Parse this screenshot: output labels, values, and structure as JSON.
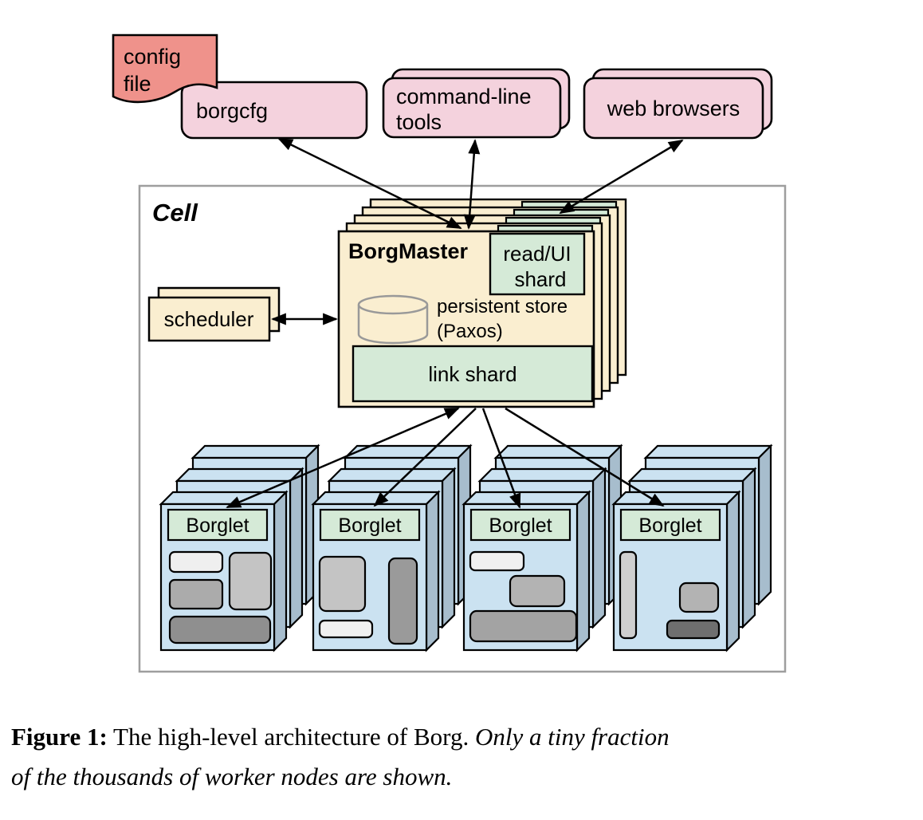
{
  "figure_caption": {
    "label": "Figure 1:",
    "text": " The high-level architecture of Borg. ",
    "note_line1": "Only a tiny fraction",
    "note_line2": "of the thousands of worker nodes are shown."
  },
  "nodes": {
    "config_file": {
      "line1": "config",
      "line2": "file"
    },
    "borgcfg": {
      "label": "borgcfg"
    },
    "command_line_tools": {
      "line1": "command-line",
      "line2": "tools"
    },
    "web_browsers": {
      "label": "web browsers"
    },
    "cell": {
      "label": "Cell"
    },
    "scheduler": {
      "label": "scheduler",
      "replica_count": 2
    },
    "borgmaster": {
      "label": "BorgMaster",
      "replica_count": 5
    },
    "read_ui_shard": {
      "line1": "read/UI",
      "line2": "shard"
    },
    "persistent_store": {
      "line1": "persistent store",
      "line2": "(Paxos)"
    },
    "link_shard": {
      "label": "link shard"
    },
    "borglets": {
      "label": "Borglet",
      "group_count": 4,
      "machines_per_group": 3
    }
  },
  "edges": [
    {
      "from": "borgcfg",
      "to": "borgmaster",
      "type": "bidirectional"
    },
    {
      "from": "command-line tools",
      "to": "borgmaster",
      "type": "bidirectional"
    },
    {
      "from": "web browsers",
      "to": "read/UI shard",
      "type": "bidirectional"
    },
    {
      "from": "scheduler",
      "to": "borgmaster",
      "type": "bidirectional"
    },
    {
      "from": "link shard",
      "to": "borglet group 1",
      "type": "bidirectional"
    },
    {
      "from": "link shard",
      "to": "borglet group 2",
      "type": "directed"
    },
    {
      "from": "link shard",
      "to": "borglet group 3",
      "type": "directed"
    },
    {
      "from": "link shard",
      "to": "borglet group 4",
      "type": "directed"
    }
  ],
  "colors": {
    "client_pink": "#F4D2DD",
    "config_salmon": "#EF928B",
    "master_cream": "#FAEED0",
    "shard_green": "#D5EAD7",
    "machine_blue_front": "#CBE2F1",
    "machine_blue_side": "#A7BDCD",
    "cell_border_gray": "#9E9E9E",
    "cylinder_gray": "#999999",
    "task_grays": [
      "#EFEFEF",
      "#C4C4C4",
      "#ABABAB",
      "#8F8F8F",
      "#6F6F6F"
    ]
  }
}
